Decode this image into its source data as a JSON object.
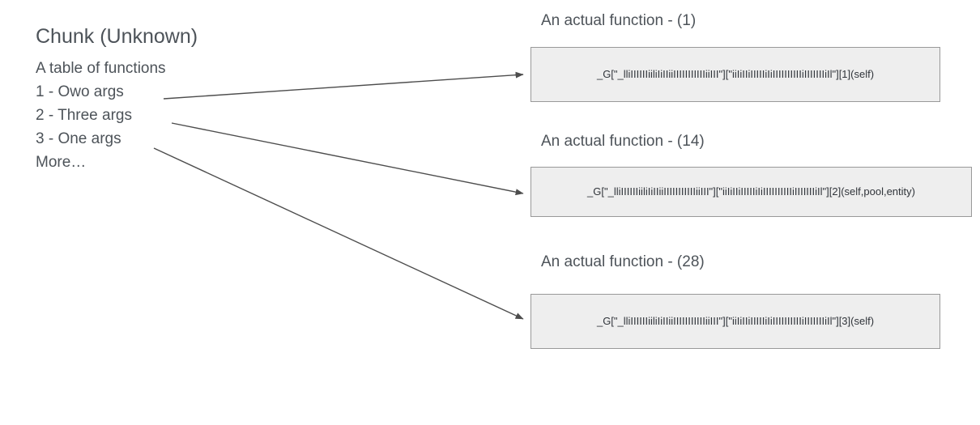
{
  "chunk": {
    "title": "Chunk (Unknown)",
    "lines": [
      "A table of functions",
      "1 - Owo args",
      "2 - Three args",
      "3 - One args",
      "More…"
    ]
  },
  "functions": [
    {
      "label": "An actual function - (1)",
      "code": "_G[\"_lliIIIIIIiiliIiIIiiIIIIIIIIIIIiiIII\"][\"iiIiIIiIIIIIiIiIIIIIIIIIIiIIIIIIIiIl\"][1](self)",
      "index": "1",
      "args": "self"
    },
    {
      "label": "An actual function - (14)",
      "code": "_G[\"_lliIIIIIIiiliIiIIiiIIIIIIIIIIIiiIII\"][\"iiIiIIiIIIIIiIiIIIIIIIIIIiIIIIIIIiIl\"][2](self,pool,entity)",
      "index": "14",
      "args": "self,pool,entity"
    },
    {
      "label": "An actual function - (28)",
      "code": "_G[\"_lliIIIIIIiiliIiIIiiIIIIIIIIIIIiiIII\"][\"iiIiIIiIIIIIiIiIIIIIIIIIIiIIIIIIIiIl\"][3](self)",
      "index": "28",
      "args": "self"
    }
  ],
  "arrows": [
    {
      "name": "arrow-owo-args-to-function-1",
      "from": "1 - Owo args",
      "to": "An actual function - (1)"
    },
    {
      "name": "arrow-three-args-to-function-14",
      "from": "2 - Three args",
      "to": "An actual function - (14)"
    },
    {
      "name": "arrow-one-args-to-function-28",
      "from": "3 - One args",
      "to": "An actual function - (28)"
    }
  ],
  "colors": {
    "text": "#4d5359",
    "box_fill": "#eeeeee",
    "box_border": "#999999",
    "arrow": "#4d4d4d",
    "background": "#ffffff"
  }
}
